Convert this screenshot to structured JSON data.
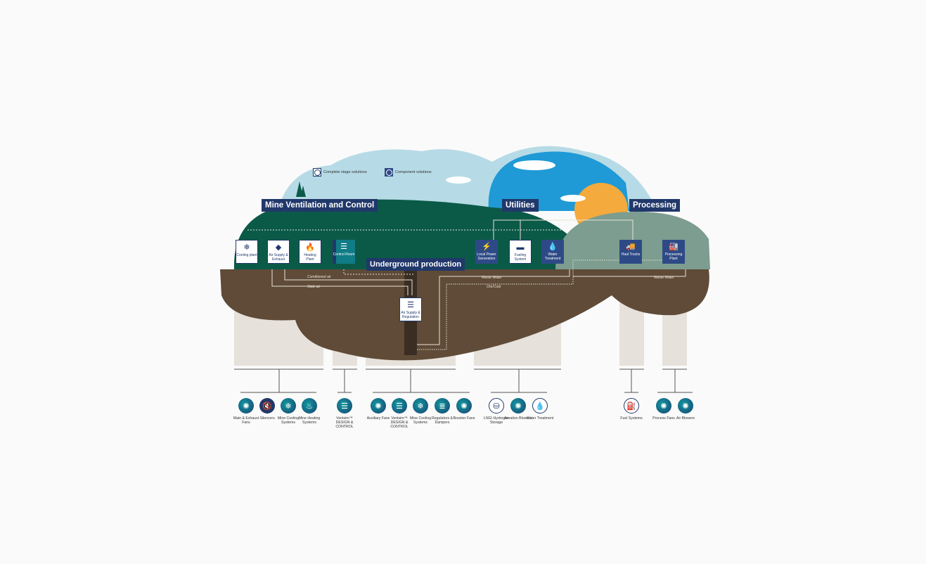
{
  "legend": [
    {
      "label": "Complete stage solutions",
      "style": "outline"
    },
    {
      "label": "Component solutions",
      "style": "filled"
    }
  ],
  "sections": {
    "ventilation": "Mine Ventilation and Control",
    "utilities": "Utilities",
    "processing": "Processing",
    "underground": "Underground production"
  },
  "boxes": [
    {
      "label": "Cooling plant",
      "icon": "snowflake-icon",
      "glyph": "❄",
      "style": "white"
    },
    {
      "label": "Air Supply & Exhaust",
      "icon": "fan-icon",
      "glyph": "◆",
      "style": "white"
    },
    {
      "label": "Heating Plant",
      "icon": "flame-icon",
      "glyph": "🔥",
      "style": "white"
    },
    {
      "label": "Control Room",
      "icon": "sliders-icon",
      "glyph": "☰",
      "style": "teal"
    },
    {
      "label": "Local Power Generation",
      "icon": "lightning-icon",
      "glyph": "⚡",
      "style": "navy"
    },
    {
      "label": "Fueling System",
      "icon": "tank-icon",
      "glyph": "▬",
      "style": "white"
    },
    {
      "label": "Water Treatment",
      "icon": "water-drop-icon",
      "glyph": "💧",
      "style": "navy"
    },
    {
      "label": "Haul Trucks",
      "icon": "truck-icon",
      "glyph": "🚚",
      "style": "navy"
    },
    {
      "label": "Processing Plant",
      "icon": "factory-icon",
      "glyph": "🏭",
      "style": "navy"
    },
    {
      "label": "Air Supply & Regulation",
      "icon": "vent-icon",
      "glyph": "☰",
      "style": "white"
    }
  ],
  "flows": {
    "conditioned": "Conditioned air",
    "stale": "Stale air",
    "waste_left": "Waste Water",
    "ore": "Ore/Coal",
    "waste_right": "Waste Water"
  },
  "components": [
    {
      "label": "Main & Exhaust Fans",
      "icon": "fan-icon",
      "glyph": "✺",
      "style": "teal"
    },
    {
      "label": "Silencers",
      "icon": "mute-icon",
      "glyph": "🔇",
      "style": "navy"
    },
    {
      "label": "Mine Cooling Systems",
      "icon": "snowflake-icon",
      "glyph": "❄",
      "style": "teal"
    },
    {
      "label": "Mine Heating Systems",
      "icon": "flame-icon",
      "glyph": "♨",
      "style": "teal"
    },
    {
      "label": "Ventsim™ DESIGN & CONTROL",
      "icon": "sliders-icon",
      "glyph": "☰",
      "style": "teal"
    },
    {
      "label": "Auxiliary Fans",
      "icon": "fan-icon",
      "glyph": "✺",
      "style": "teal"
    },
    {
      "label": "Ventsim™ DESIGN & CONTROL",
      "icon": "sliders-icon",
      "glyph": "☰",
      "style": "teal"
    },
    {
      "label": "Mine Cooling Systems",
      "icon": "snowflake-icon",
      "glyph": "❄",
      "style": "teal"
    },
    {
      "label": "Regulators & Dampers",
      "icon": "louver-icon",
      "glyph": "≣",
      "style": "teal"
    },
    {
      "label": "Booster Fans",
      "icon": "fan-icon",
      "glyph": "✺",
      "style": "teal"
    },
    {
      "label": "LNG/ Hydrogen Storage",
      "icon": "tank-icon",
      "glyph": "⛁",
      "style": "outline"
    },
    {
      "label": "Aeration Blowers",
      "icon": "fan-icon",
      "glyph": "✺",
      "style": "teal"
    },
    {
      "label": "Water Treatment",
      "icon": "water-drop-icon",
      "glyph": "💧",
      "style": "outline"
    },
    {
      "label": "Fuel Systems",
      "icon": "fuel-pump-icon",
      "glyph": "⛽",
      "style": "outline"
    },
    {
      "label": "Process Fans",
      "icon": "fan-icon",
      "glyph": "✺",
      "style": "teal"
    },
    {
      "label": "Air Blowers",
      "icon": "fan-icon",
      "glyph": "✺",
      "style": "teal"
    }
  ],
  "colors": {
    "navy": "#21386a",
    "dark_green": "#0b5a48",
    "grey_green": "#7c9d8f",
    "ground": "#5f4b37",
    "sky": "#b6dbe6",
    "sky_blue": "#1f9ad6",
    "sun": "#f4aa3c",
    "column": "#e6e1da"
  }
}
